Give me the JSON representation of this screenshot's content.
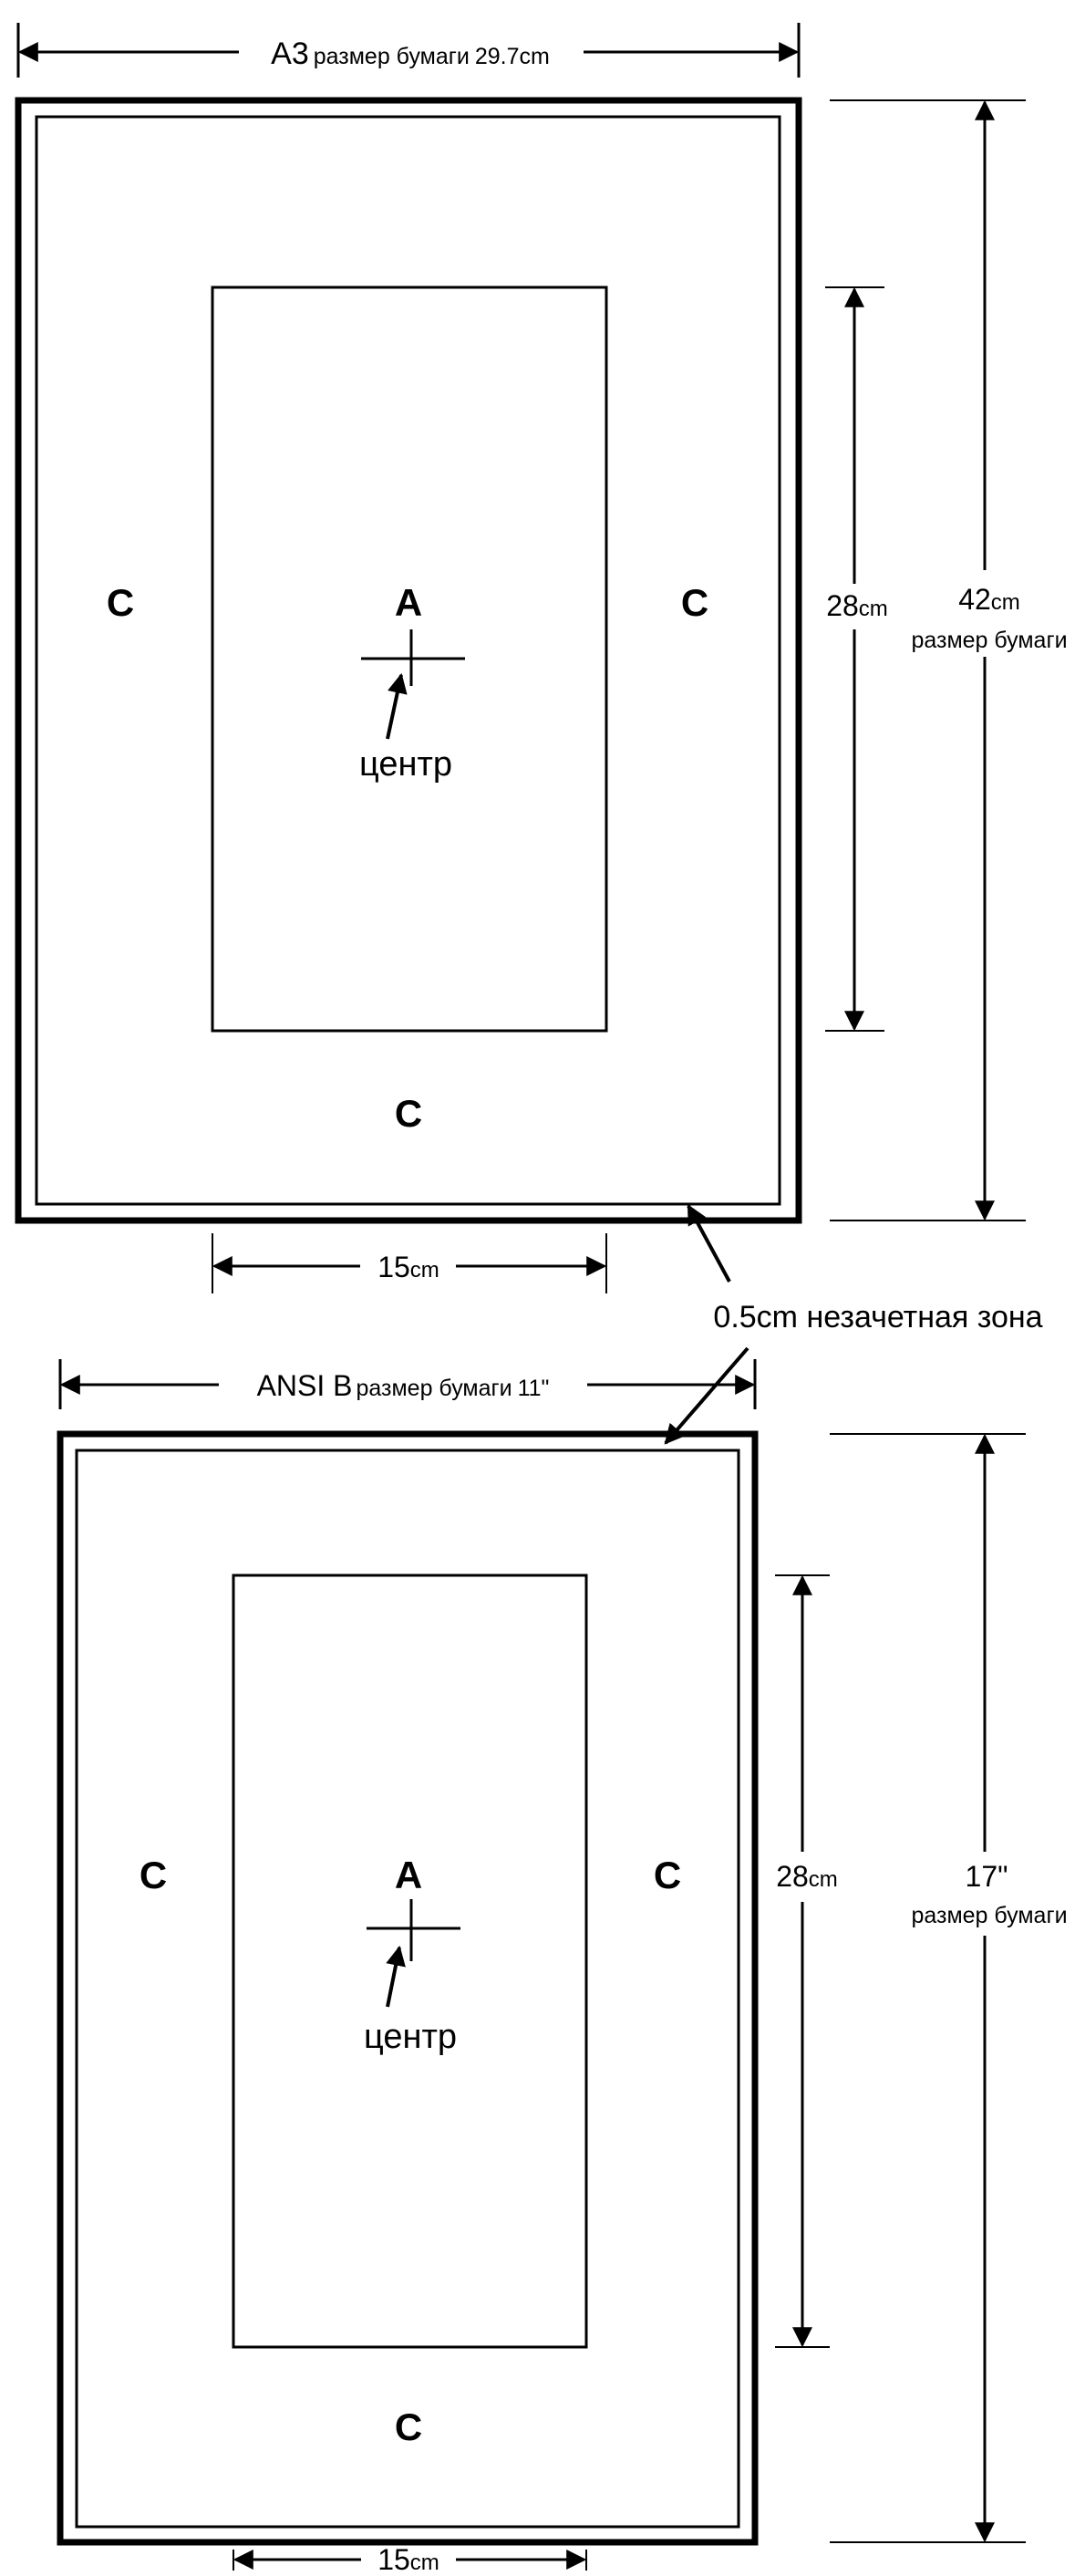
{
  "colors": {
    "ink": "#000000",
    "paper": "#ffffff"
  },
  "a3": {
    "width_name": "A3",
    "width_suffix": "размер бумаги",
    "width_value": "29.7",
    "width_unit": "cm",
    "height_value": "42",
    "height_unit": "cm",
    "height_caption": "размер бумаги",
    "area_height_value": "28",
    "area_height_unit": "cm",
    "area_width_value": "15",
    "area_width_unit": "cm",
    "zone_a": "A",
    "zone_c": "C",
    "center_label": "центр"
  },
  "dead_zone_label": "0.5cm незачетная зона",
  "ansi": {
    "width_name": "ANSI B",
    "width_suffix": "размер бумаги",
    "width_value": "11\"",
    "height_value": "17\"",
    "height_caption": "размер бумаги",
    "area_height_value": "28",
    "area_height_unit": "cm",
    "area_width_value": "15",
    "area_width_unit": "cm",
    "zone_a": "A",
    "zone_c": "C",
    "center_label": "центр"
  }
}
